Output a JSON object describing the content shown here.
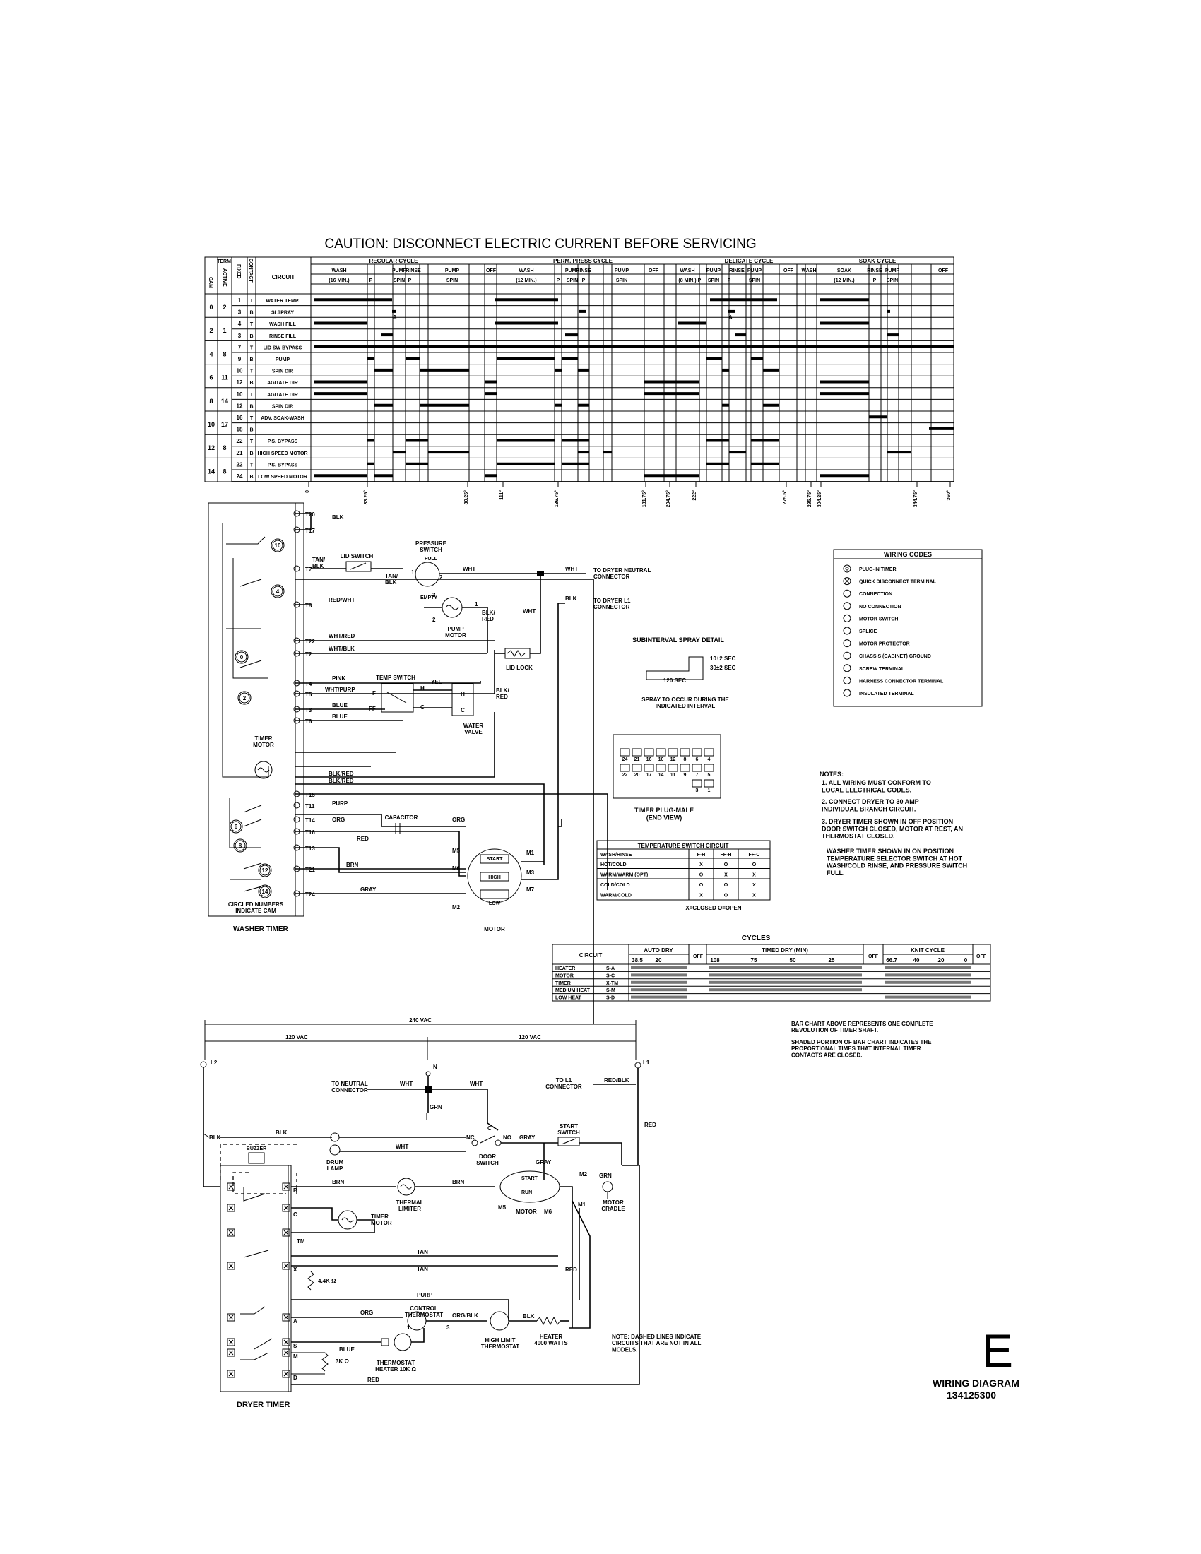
{
  "caution": "CAUTION: DISCONNECT ELECTRIC CURRENT BEFORE SERVICING",
  "timer_chart": {
    "head_cam": "CAM",
    "head_term": "TERM.",
    "head_active": "ACTIVE",
    "head_fixed": "FIXED",
    "head_contact": "CONTACT",
    "head_circuit": "CIRCUIT",
    "cycles": [
      "REGULAR CYCLE",
      "PERM. PRESS CYCLE",
      "DELICATE CYCLE",
      "SOAK CYCLE"
    ],
    "steps": [
      "WASH",
      "PUMP",
      "RINSE",
      "PUMP",
      "OFF",
      "WASH",
      "PUMP",
      "RINSE",
      "PUMP",
      "OFF",
      "WASH",
      "PUMP",
      "RINSE",
      "PUMP",
      "OFF",
      "WASH",
      "SOAK",
      "RINSE",
      "PUMP",
      "OFF"
    ],
    "durations": [
      "(16 MIN.)",
      "P",
      "SPIN",
      "P",
      "SPIN",
      "(12 MIN.)",
      "P",
      "SPIN",
      "P",
      "SPIN",
      "(8 MIN.)",
      "P",
      "SPIN",
      "P",
      "SPIN",
      "(12 MIN.)",
      "P",
      "SPIN"
    ],
    "rows": [
      {
        "cam": "0",
        "active": "2",
        "fixed": "1",
        "contact": "T",
        "circuit": "WATER TEMP."
      },
      {
        "cam": "",
        "active": "",
        "fixed": "3",
        "contact": "B",
        "circuit": "SI SPRAY"
      },
      {
        "cam": "2",
        "active": "1",
        "fixed": "4",
        "contact": "T",
        "circuit": "WASH FILL"
      },
      {
        "cam": "",
        "active": "",
        "fixed": "3",
        "contact": "B",
        "circuit": "RINSE FILL"
      },
      {
        "cam": "4",
        "active": "8",
        "fixed": "7",
        "contact": "T",
        "circuit": "LID SW BYPASS"
      },
      {
        "cam": "",
        "active": "",
        "fixed": "9",
        "contact": "B",
        "circuit": "PUMP"
      },
      {
        "cam": "6",
        "active": "11",
        "fixed": "10",
        "contact": "T",
        "circuit": "SPIN DIR"
      },
      {
        "cam": "",
        "active": "",
        "fixed": "12",
        "contact": "B",
        "circuit": "AGITATE DIR"
      },
      {
        "cam": "8",
        "active": "14",
        "fixed": "10",
        "contact": "T",
        "circuit": "AGITATE DIR"
      },
      {
        "cam": "",
        "active": "",
        "fixed": "12",
        "contact": "B",
        "circuit": "SPIN DIR"
      },
      {
        "cam": "10",
        "active": "17",
        "fixed": "16",
        "contact": "T",
        "circuit": "ADV. SOAK-WASH"
      },
      {
        "cam": "",
        "active": "",
        "fixed": "18",
        "contact": "B",
        "circuit": ""
      },
      {
        "cam": "12",
        "active": "8",
        "fixed": "22",
        "contact": "T",
        "circuit": "P.S. BYPASS"
      },
      {
        "cam": "",
        "active": "",
        "fixed": "21",
        "contact": "B",
        "circuit": "HIGH SPEED MOTOR"
      },
      {
        "cam": "14",
        "active": "8",
        "fixed": "22",
        "contact": "T",
        "circuit": "P.S. BYPASS"
      },
      {
        "cam": "",
        "active": "",
        "fixed": "24",
        "contact": "B",
        "circuit": "LOW SPEED MOTOR"
      }
    ],
    "degrees": [
      "0",
      "33.25°",
      "80.25°",
      "111°",
      "136.75°",
      "181.75°",
      "204.75°",
      "222°",
      "275.5°",
      "295.75°",
      "304.25°",
      "344.75°",
      "360°"
    ],
    "marker_a": "A"
  },
  "washer": {
    "terminals": [
      "T20",
      "T17",
      "T7",
      "T8",
      "T22",
      "T2",
      "T4",
      "T5",
      "T3",
      "T6",
      "T15",
      "T11",
      "T14",
      "T16",
      "T13",
      "T21",
      "T24"
    ],
    "cams": [
      "10",
      "4",
      "0",
      "2",
      "6",
      "8",
      "12",
      "14"
    ],
    "wire_labels": {
      "blk": "BLK",
      "tan_blk": "TAN/ BLK",
      "red_wht": "RED/WHT",
      "wht_red": "WHT/RED",
      "wht_blk": "WHT/BLK",
      "pink": "PINK",
      "wht_purp": "WHT/PURP",
      "blue1": "BLUE",
      "blue2": "BLUE",
      "blk_red1": "BLK/RED",
      "blk_red2": "BLK/RED",
      "purp": "PURP",
      "org1": "ORG",
      "org2": "ORG",
      "red": "RED",
      "brn": "BRN",
      "gray": "GRAY",
      "wht1": "WHT",
      "wht2": "WHT",
      "wht3": "WHT",
      "blk2": "BLK",
      "blk_red3": "BLK/ RED",
      "blk_red4": "BLK/ RED",
      "yel": "YEL",
      "tan_blk2": "TAN/ BLK"
    },
    "lid_switch": "LID SWITCH",
    "pressure_switch": "PRESSURE SWITCH",
    "full": "FULL",
    "empty": "EMPTY",
    "pump_motor": "PUMP MOTOR",
    "lid_lock": "LID LOCK",
    "temp_switch": "TEMP SWITCH",
    "water_valve": "WATER VALVE",
    "timer_motor": "TIMER MOTOR",
    "capacitor": "CAPACITOR",
    "motor": "MOTOR",
    "start": "START",
    "high": "HIGH",
    "low": "LOW",
    "m_terms": [
      "M5",
      "M6",
      "M2",
      "M1",
      "M3",
      "M7"
    ],
    "to_dryer_neutral": "TO DRYER NEUTRAL CONNECTOR",
    "to_dryer_l1": "TO DRYER L1 CONNECTOR",
    "circled_note": "CIRCLED NUMBERS INDICATE CAM",
    "washer_timer": "WASHER TIMER",
    "ts_pins": [
      "F",
      "FF",
      "H",
      "C"
    ],
    "valve_pins": [
      "H",
      "C"
    ],
    "ps_pins": [
      "1",
      "2",
      "3"
    ],
    "pump_pins": [
      "1",
      "2"
    ]
  },
  "wiring_codes": {
    "title": "WIRING CODES",
    "items": [
      "PLUG-IN TIMER",
      "QUICK DISCONNECT TERMINAL",
      "CONNECTION",
      "NO CONNECTION",
      "MOTOR SWITCH",
      "SPLICE",
      "MOTOR PROTECTOR",
      "CHASSIS (CABINET) GROUND",
      "SCREW TERMINAL",
      "HARNESS CONNECTOR TERMINAL",
      "INSULATED TERMINAL"
    ]
  },
  "spray_detail": {
    "title": "SUBINTERVAL SPRAY DETAIL",
    "sec1": "10±2 SEC",
    "sec2": "30±2 SEC",
    "sec3": "120 SEC",
    "note": "SPRAY TO OCCUR DURING THE INDICATED INTERVAL"
  },
  "timer_plug": {
    "caption": "TIMER PLUG-MALE (END VIEW)",
    "top_row": [
      "24",
      "21",
      "16",
      "10",
      "12",
      "8",
      "6",
      "4"
    ],
    "bottom_row": [
      "22",
      "20",
      "17",
      "14",
      "11",
      "9",
      "7",
      "5"
    ],
    "extra_row": [
      "3",
      "1"
    ]
  },
  "notes": {
    "title": "NOTES:",
    "n1": "1. ALL WIRING MUST CONFORM TO LOCAL ELECTRICAL CODES.",
    "n2": "2. CONNECT DRYER TO 30 AMP INDIVIDUAL BRANCH CIRCUIT.",
    "n3": "3. DRYER TIMER SHOWN IN OFF POSITION DOOR SWITCH CLOSED, MOTOR AT REST, AN THERMOSTAT CLOSED.",
    "n4": "WASHER TIMER SHOWN IN ON POSITION TEMPERATURE SELECTOR SWITCH AT HOT WASH/COLD RINSE, AND PRESSURE SWITCH FULL."
  },
  "temp_switch_table": {
    "title": "TEMPERATURE SWITCH CIRCUIT",
    "headers": [
      "WASH/RINSE",
      "F-H",
      "FF-H",
      "FF-C"
    ],
    "rows": [
      [
        "HOT/COLD",
        "X",
        "O",
        "O"
      ],
      [
        "WARM/WARM (OPT)",
        "O",
        "X",
        "X"
      ],
      [
        "COLD/COLD",
        "O",
        "O",
        "X"
      ],
      [
        "WARM/COLD",
        "X",
        "O",
        "X"
      ]
    ],
    "legend": "X=CLOSED      O=OPEN"
  },
  "dryer_cycles": {
    "title": "CYCLES",
    "circuit_head": "CIRCUIT",
    "auto_dry": "AUTO DRY",
    "timed_dry": "TIMED DRY (MIN)",
    "knit_cycle": "KNIT CYCLE",
    "off": "OFF",
    "auto_vals": [
      "38.5",
      "20"
    ],
    "timed_vals": [
      "108",
      "75",
      "50",
      "25"
    ],
    "knit_vals": [
      "66.7",
      "40",
      "20",
      "0"
    ],
    "rows": [
      {
        "name": "HEATER",
        "code": "S-A"
      },
      {
        "name": "MOTOR",
        "code": "S-C"
      },
      {
        "name": "TIMER",
        "code": "X-TM"
      },
      {
        "name": "MEDIUM HEAT",
        "code": "S-M"
      },
      {
        "name": "LOW HEAT",
        "code": "S-D"
      }
    ],
    "bar_note1": "BAR CHART ABOVE REPRESENTS ONE COMPLETE REVOLUTION OF TIMER SHAFT.",
    "bar_note2": "SHADED PORTION OF BAR CHART INDICATES THE PROPORTIONAL TIMES THAT INTERNAL TIMER CONTACTS ARE CLOSED."
  },
  "dryer": {
    "v240": "240 VAC",
    "v120a": "120 VAC",
    "v120b": "120 VAC",
    "l2": "L2",
    "l1": "L1",
    "n": "N",
    "to_neutral": "TO NEUTRAL CONNECTOR",
    "to_l1": "TO L1 CONNECTOR",
    "red_blk": "RED/BLK",
    "wht1": "WHT",
    "wht2": "WHT",
    "wht3": "WHT",
    "grn": "GRN",
    "blk1": "BLK",
    "blk2": "BLK",
    "blk3": "BLK",
    "buzzer": "BUZZER",
    "drum_lamp": "DRUM LAMP",
    "door_switch": "DOOR SWITCH",
    "nc": "NC",
    "no": "NO",
    "c": "C",
    "gray1": "GRAY",
    "gray2": "GRAY",
    "start_switch": "START SWITCH",
    "red1": "RED",
    "red2": "RED",
    "red3": "RED",
    "brn1": "BRN",
    "brn2": "BRN",
    "thermal_limiter": "THERMAL LIMITER",
    "motor": "MOTOR",
    "start": "START",
    "run": "RUN",
    "motor_cradle": "MOTOR CRADLE",
    "grn2": "GRN",
    "m_terms": [
      "M5",
      "M6",
      "M2",
      "M1"
    ],
    "timer_motor": "TIMER MOTOR",
    "tm": "TM",
    "tan1": "TAN",
    "tan2": "TAN",
    "resistor1": "4.4K Ω",
    "purp": "PURP",
    "org1": "ORG",
    "org_blk": "ORG/BLK",
    "control_thermostat": "CONTROL THERMOSTAT",
    "high_limit": "HIGH LIMIT THERMOSTAT",
    "heater": "HEATER 4000 WATTS",
    "blue": "BLUE",
    "thermostat_heater": "THERMOSTAT HEATER 10K Ω",
    "resistor2": "3K Ω",
    "timer_pins": [
      "B",
      "C",
      "X",
      "A",
      "S",
      "M",
      "D"
    ],
    "dryer_timer": "DRYER TIMER",
    "dashed_note": "NOTE: DASHED LINES INDICATE CIRCUITS THAT ARE NOT IN ALL MODELS.",
    "ct_pins": [
      "1",
      "3"
    ]
  },
  "title_block": {
    "letter": "E",
    "title": "WIRING DIAGRAM",
    "part": "134125300"
  }
}
